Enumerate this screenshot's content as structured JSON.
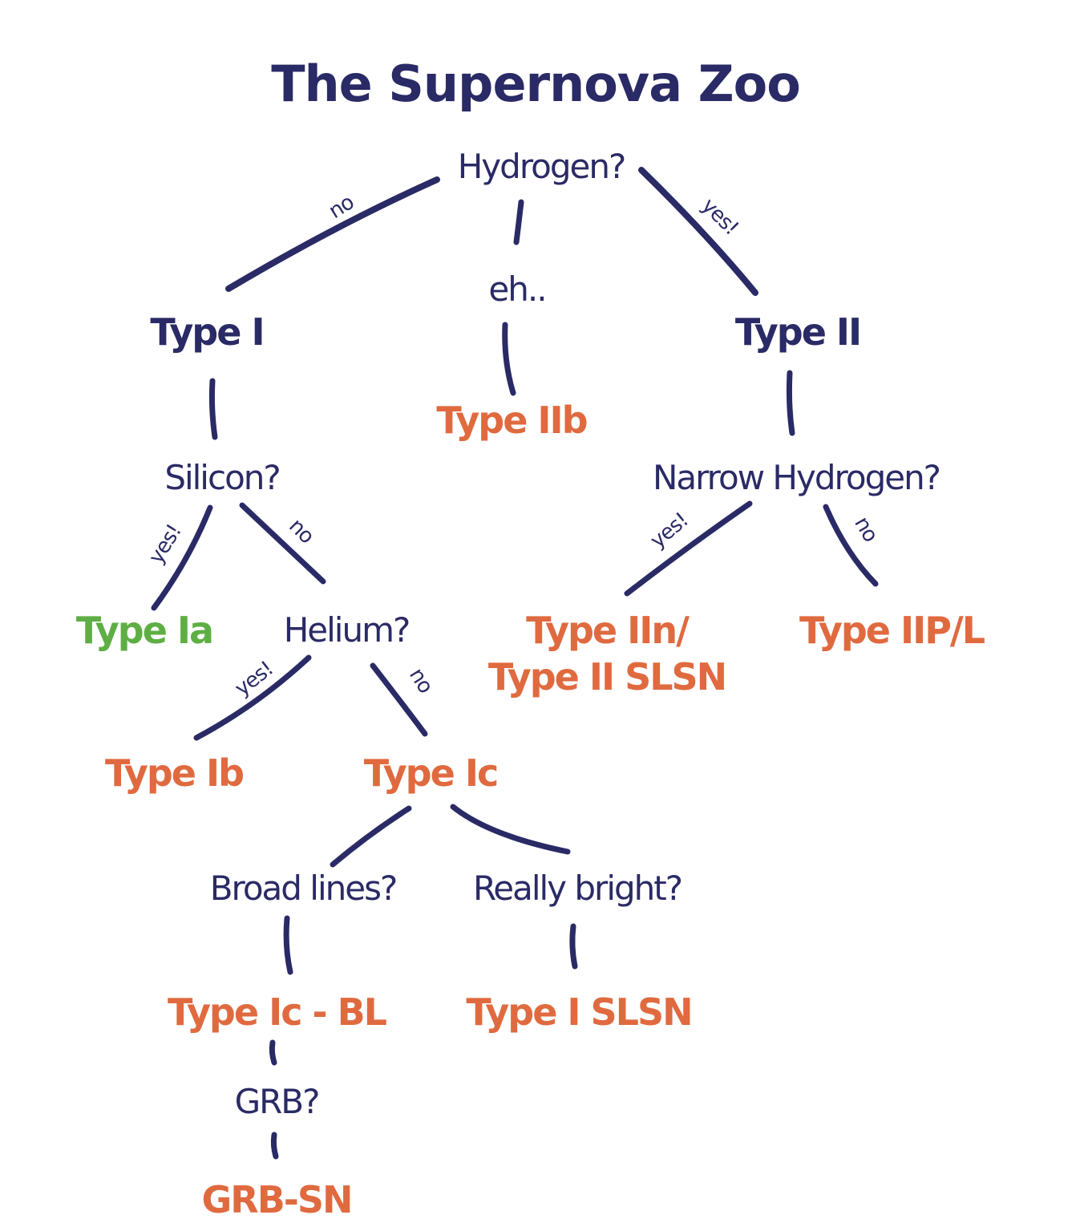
{
  "title": "The Supernova Zoo",
  "colors": {
    "ink": "#2a2a66",
    "result": "#e06a3f",
    "type_ia": "#5fae45"
  },
  "nodes": {
    "hydrogen": "Hydrogen?",
    "eh": "eh..",
    "type_i": "Type I",
    "type_ii": "Type II",
    "type_iib": "Type IIb",
    "silicon": "Silicon?",
    "narrow_hydrogen": "Narrow Hydrogen?",
    "type_ia": "Type Ia",
    "helium": "Helium?",
    "type_iin_line1": "Type IIn/",
    "type_iin_line2": "Type II SLSN",
    "type_iip_l": "Type IIP/L",
    "type_ib": "Type Ib",
    "type_ic": "Type Ic",
    "broad_lines": "Broad lines?",
    "really_bright": "Really bright?",
    "type_ic_bl": "Type Ic - BL",
    "type_i_slsn": "Type I SLSN",
    "grb": "GRB?",
    "grb_sn": "GRB-SN"
  },
  "edge_labels": {
    "hydrogen_no": "no",
    "hydrogen_yes": "yes!",
    "silicon_yes": "yes!",
    "silicon_no": "no",
    "narrow_yes": "yes!",
    "narrow_no": "no",
    "helium_yes": "yes!",
    "helium_no": "no"
  }
}
